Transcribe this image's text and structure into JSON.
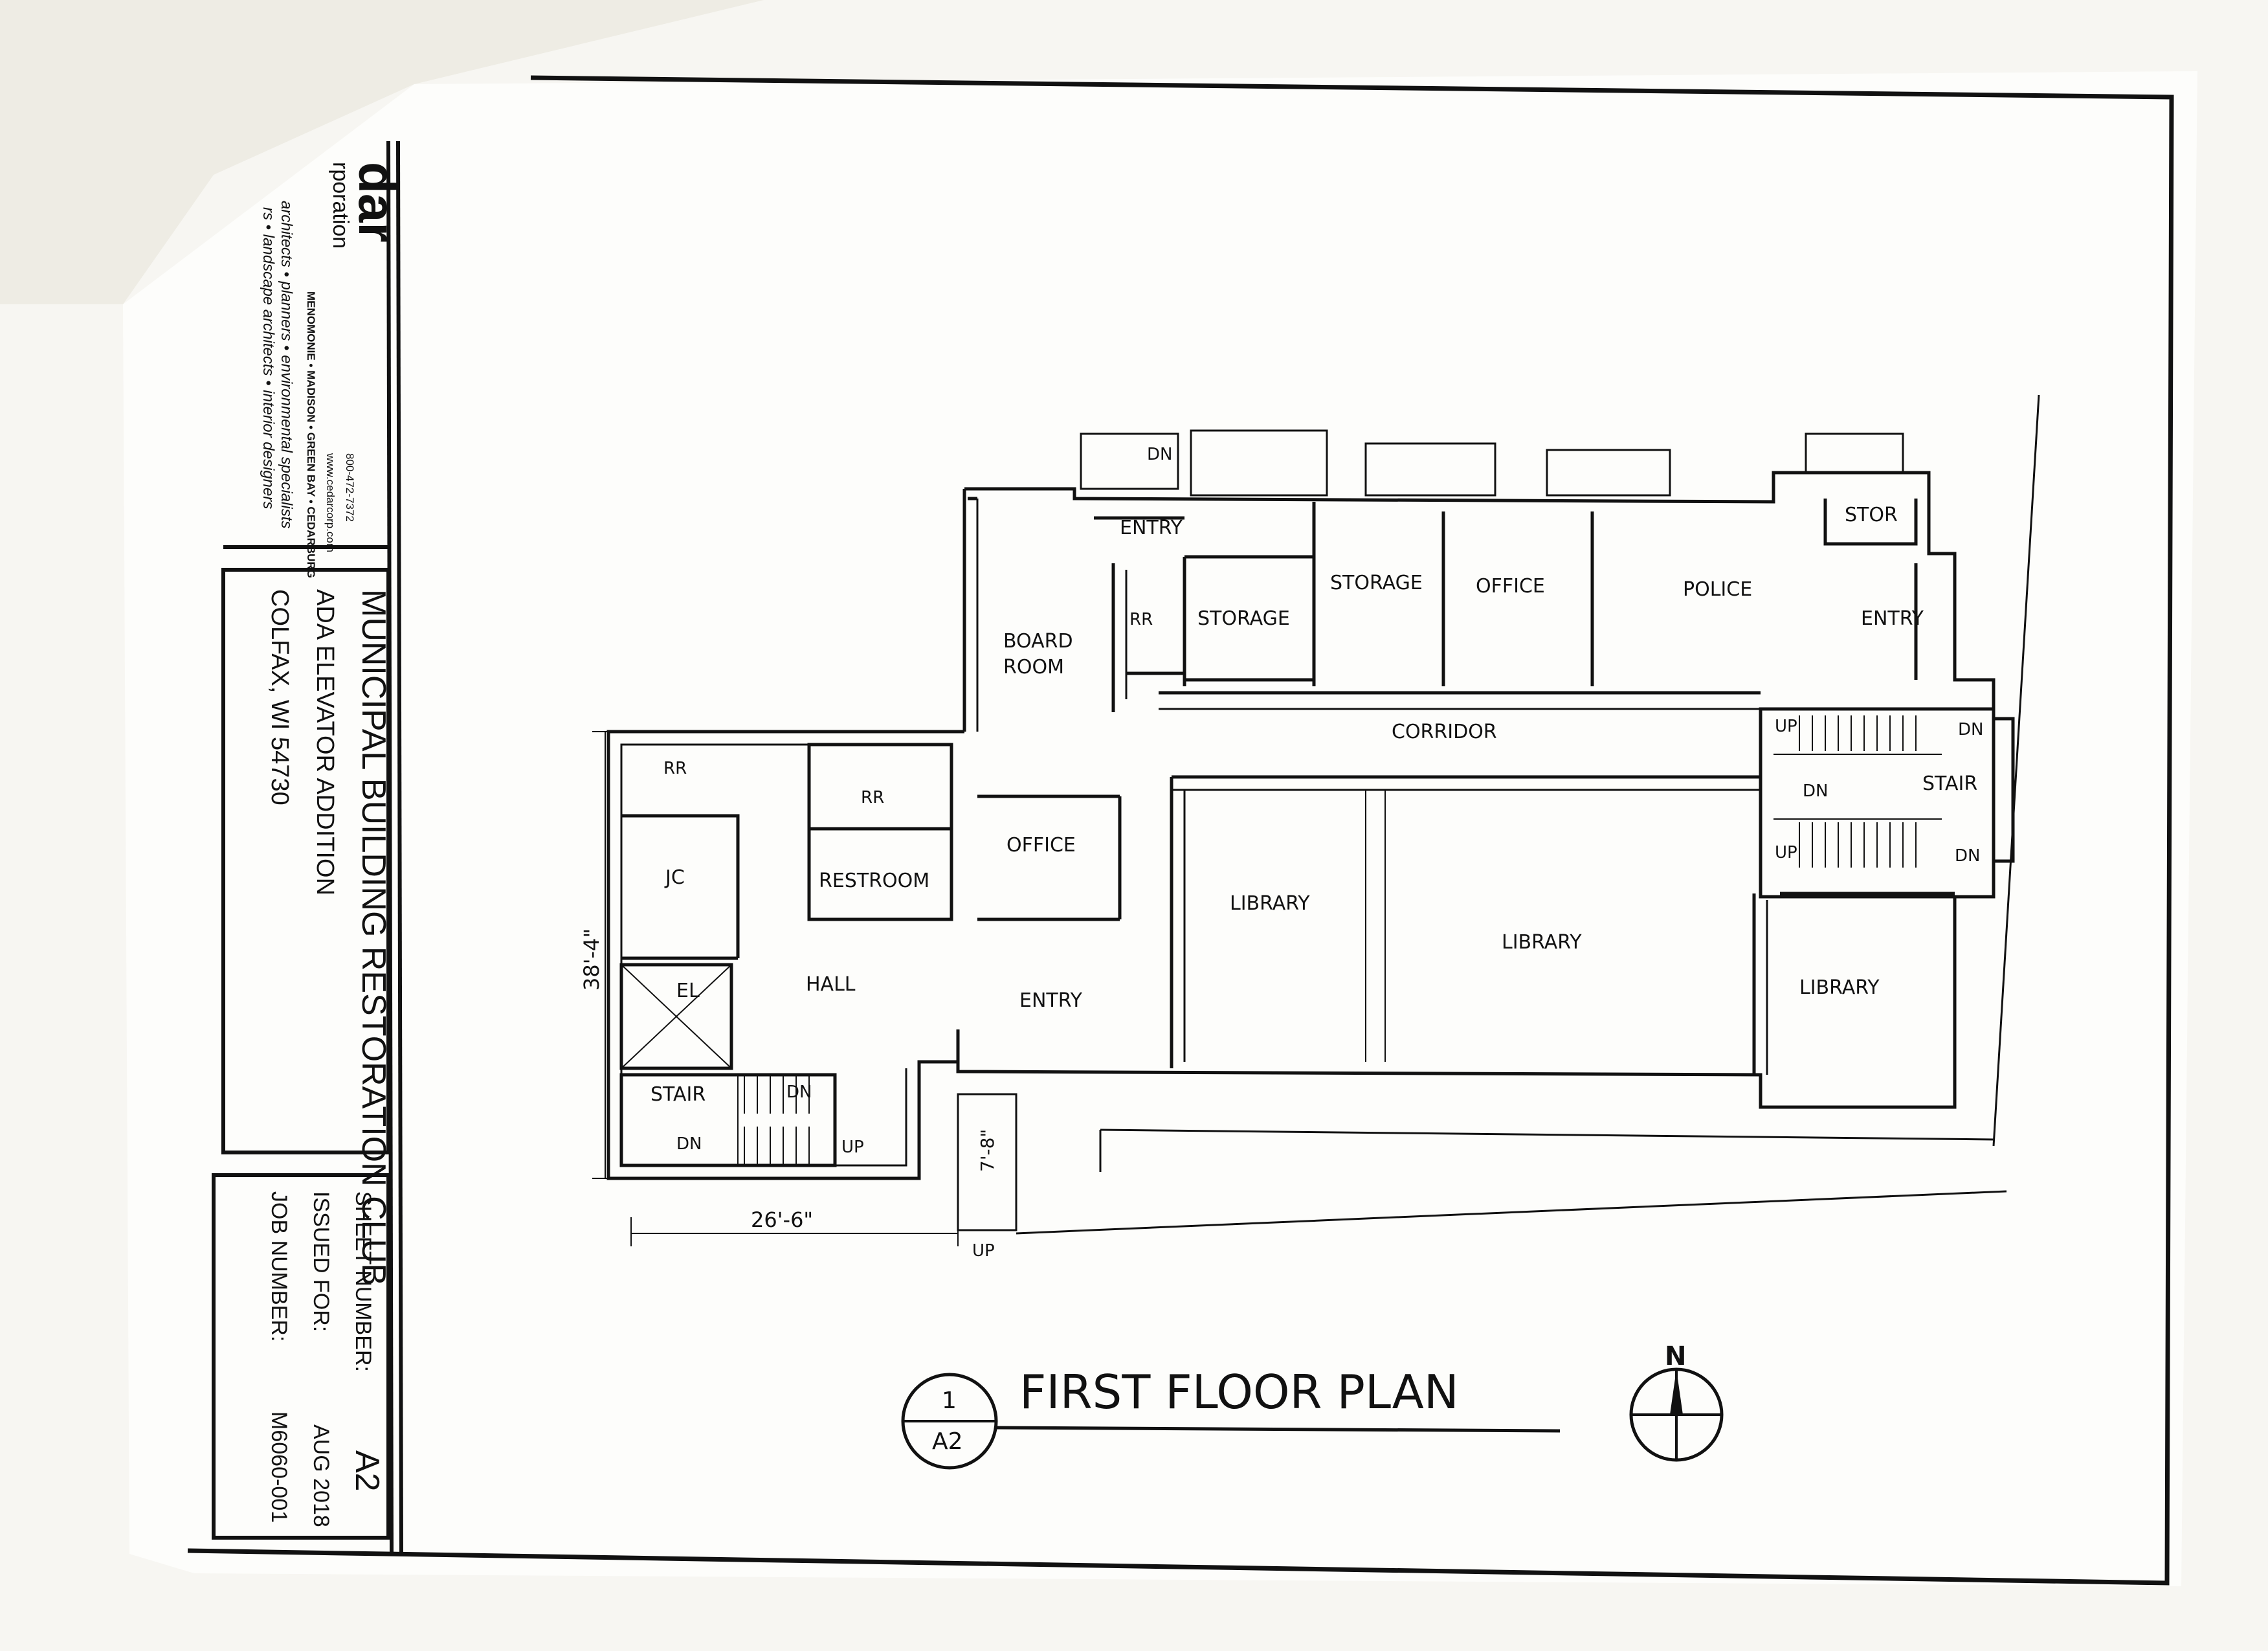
{
  "firm": {
    "name_fragment": "dar",
    "sub_fragment": "rporation",
    "offices": "MENOMONIE • MADISON • GREEN BAY • CEDARBURG",
    "phone": "800-472-7372",
    "web": "www.cedarcorp.com",
    "services_1": "architects • planners • environmental specialists",
    "services_2": "rs • landscape architects • interior designers"
  },
  "project": {
    "title": "MUNICIPAL BUILDING RESTORATION CLUB",
    "subtitle": "ADA ELEVATOR ADDITION",
    "location": "COLFAX, WI 54730"
  },
  "sheet_info": {
    "sheet_number_label": "SHEET NUMBER:",
    "sheet_number": "A2",
    "issued_for_label": "ISSUED FOR:",
    "issued_for": "AUG 2018",
    "job_number_label": "JOB NUMBER:",
    "job_number": "M6060-001"
  },
  "drawing": {
    "title": "FIRST FLOOR PLAN",
    "detail_number": "1",
    "sheet_ref": "A2",
    "north_label": "N"
  },
  "dimensions": {
    "height": "38'-4\"",
    "width": "26'-6\"",
    "stair": "7'-8\""
  },
  "rooms": {
    "entry_top": "ENTRY",
    "storage_1": "STORAGE",
    "storage_2": "STORAGE",
    "office_top": "OFFICE",
    "police": "POLICE",
    "stor": "STOR",
    "entry_right": "ENTRY",
    "board_room_1": "BOARD",
    "board_room_2": "ROOM",
    "rr_small": "RR",
    "corridor": "CORRIDOR",
    "stair_right": "STAIR",
    "office_mid": "OFFICE",
    "library_1": "LIBRARY",
    "library_2": "LIBRARY",
    "library_3": "LIBRARY",
    "entry_main": "ENTRY",
    "hall": "HALL",
    "rr_left": "RR",
    "rr_center": "RR",
    "restroom": "RESTROOM",
    "jc": "JC",
    "el": "EL",
    "stair_left": "STAIR"
  },
  "stair_marks": {
    "dn_top": "DN",
    "up_1": "UP",
    "dn_1": "DN",
    "dn_2": "DN",
    "up_2": "UP",
    "dn_3": "DN",
    "dn_left_1": "DN",
    "dn_left_2": "DN",
    "up_left": "UP",
    "up_bottom": "UP"
  }
}
